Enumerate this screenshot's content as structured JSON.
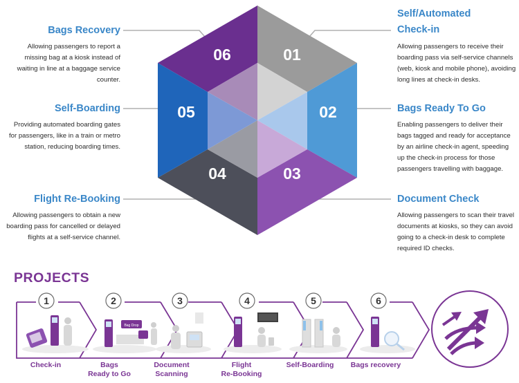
{
  "segments": [
    {
      "num": "01",
      "title": "Self/Automated Check-in",
      "desc": "Allowing passengers to receive their boarding pass via self-service channels (web, kiosk and mobile phone), avoiding long lines at check-in desks."
    },
    {
      "num": "02",
      "title": "Bags Ready To Go",
      "desc": "Enabling passengers to deliver their bags tagged and ready for acceptance by an airline check-in agent, speeding up the check-in process for those passengers travelling with baggage."
    },
    {
      "num": "03",
      "title": "Document Check",
      "desc": "Allowing passengers to scan their travel documents at kiosks, so they can avoid going to a check-in desk to complete required ID checks."
    },
    {
      "num": "04",
      "title": "Flight Re-Booking",
      "desc": "Allowing passengers to obtain a new boarding pass for cancelled or delayed flights at a self-service channel."
    },
    {
      "num": "05",
      "title": "Self-Boarding",
      "desc": "Providing automated boarding gates for passengers, like in a train or metro station, reducing boarding times."
    },
    {
      "num": "06",
      "title": "Bags Recovery",
      "desc": "Allowing passengers to report a missing bag at a kiosk instead of waiting in line at a baggage service counter."
    }
  ],
  "projects": {
    "title": "PROJECTS",
    "steps": [
      {
        "num": "1",
        "label": "Check-in"
      },
      {
        "num": "2",
        "label": "Bags\nReady to Go"
      },
      {
        "num": "3",
        "label": "Document\nScanning"
      },
      {
        "num": "4",
        "label": "Flight\nRe-Booking"
      },
      {
        "num": "5",
        "label": "Self-Boarding"
      },
      {
        "num": "6",
        "label": "Bags recovery"
      }
    ]
  },
  "colors": {
    "seg01": "#9b9b9b",
    "seg02": "#4f9ad6",
    "seg03": "#8c52b0",
    "seg04": "#4d4f5a",
    "seg05": "#1f65ba",
    "seg06": "#6a2f8f",
    "title_blue": "#3a87c8",
    "purple": "#7a3594"
  },
  "icons": [
    "kiosk-icon",
    "bag-drop-icon",
    "document-scanner-icon",
    "rebooking-kiosk-icon",
    "boarding-gate-icon",
    "bag-recovery-kiosk-icon",
    "arrows-icon"
  ]
}
